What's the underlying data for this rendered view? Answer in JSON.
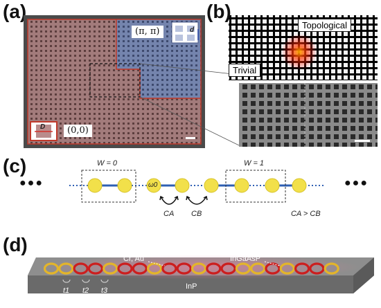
{
  "panels": {
    "a": {
      "label": "(a)",
      "region_topological": "(π, π)",
      "region_trivial": "(0,0)",
      "inset_big": "D",
      "inset_small": "d",
      "colors": {
        "trivial": "#a07878",
        "topological": "#6d7ca6",
        "border_red": "#c0392b"
      }
    },
    "b": {
      "label": "(b)",
      "top_tag": "Topological",
      "bottom_tag": "Trivial"
    },
    "c": {
      "label": "(c)",
      "ellipsis": "●●●",
      "box1": "W = 0",
      "box2": "W = 1",
      "omega": "ω0",
      "ca": "CA",
      "cb": "CB",
      "relation": "CA > CB",
      "colors": {
        "site": "#f2e04a",
        "chain": "#2e5fb3"
      }
    },
    "d": {
      "label": "(d)",
      "metal_label": "Cr, Au",
      "well_label": "InGaAsP",
      "substrate_label": "InP",
      "t1": "t1",
      "t2": "t2",
      "t3": "t3",
      "colors": {
        "ring_red": "#cc1e1e",
        "ring_gold": "#e3b52a",
        "substrate": "#7a7a7a"
      }
    }
  }
}
